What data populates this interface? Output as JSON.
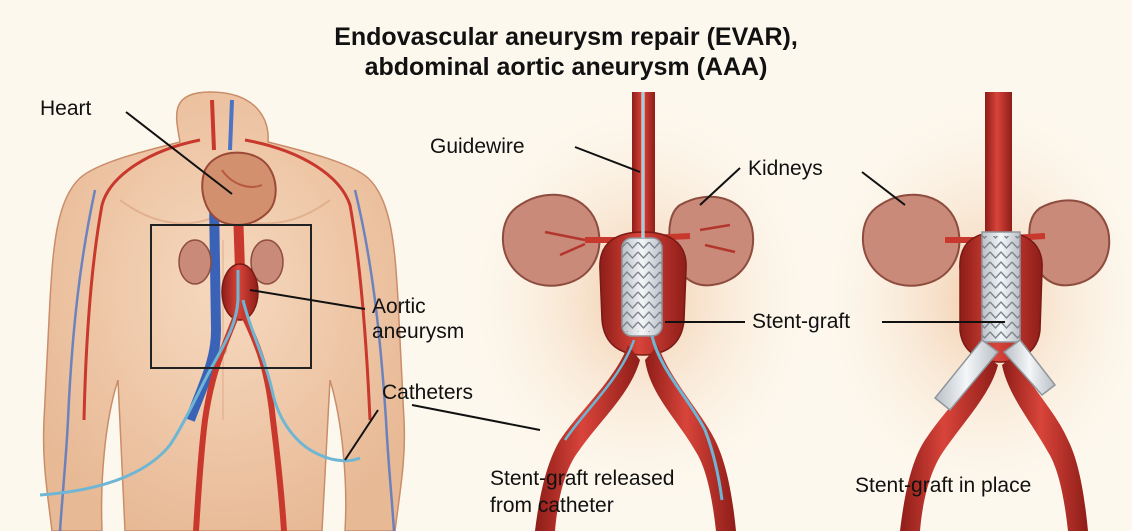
{
  "title": {
    "line1": "Endovascular aneurysm repair (EVAR),",
    "line2": "abdominal aortic aneurysm (AAA)"
  },
  "labels": {
    "heart": "Heart",
    "aortic_line1": "Aortic",
    "aortic_line2": "aneurysm",
    "catheters": "Catheters",
    "guidewire": "Guidewire",
    "kidneys": "Kidneys",
    "stent_graft": "Stent-graft"
  },
  "captions": {
    "released_line1": "Stent-graft released",
    "released_line2": "from catheter",
    "in_place": "Stent-graft in place"
  },
  "colors": {
    "background": "#fdf8ee",
    "skin": "#f0c9a8",
    "artery": "#c8382c",
    "vein": "#3a63b8",
    "stent": "#e8eaec",
    "kidney": "#c98a7a"
  }
}
